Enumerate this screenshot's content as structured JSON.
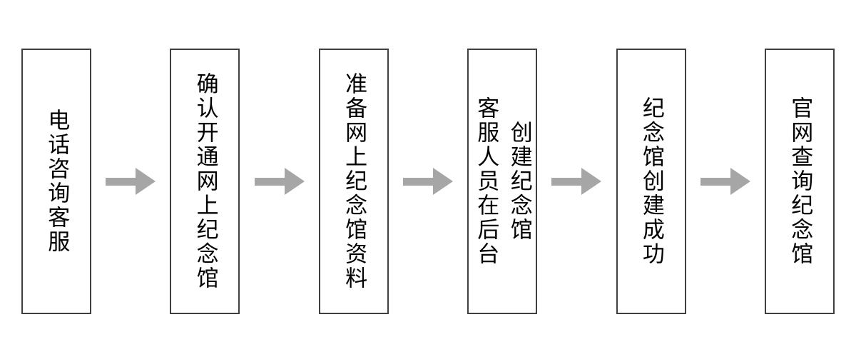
{
  "flowchart": {
    "type": "horizontal-process-flow",
    "steps": [
      {
        "label": "电话咨询客服",
        "lines": [
          "电话咨询客服"
        ]
      },
      {
        "label": "确认开通网上纪念馆",
        "lines": [
          "确认开通网上纪念馆"
        ]
      },
      {
        "label": "准备网上纪念馆资料",
        "lines": [
          "准备网上纪念馆资料"
        ]
      },
      {
        "label": "客服人员在后台创建纪念馆",
        "lines": [
          "客服人员在后台",
          "创建纪念馆"
        ]
      },
      {
        "label": "纪念馆创建成功",
        "lines": [
          "纪念馆创建成功"
        ]
      },
      {
        "label": "官网查询纪念馆",
        "lines": [
          "官网查询纪念馆"
        ]
      }
    ],
    "connector_icon": "arrow-right-icon",
    "colors": {
      "arrow": "#a6a6a6",
      "box_border": "#3f3f3f",
      "text": "#000000",
      "background": "#ffffff"
    }
  }
}
